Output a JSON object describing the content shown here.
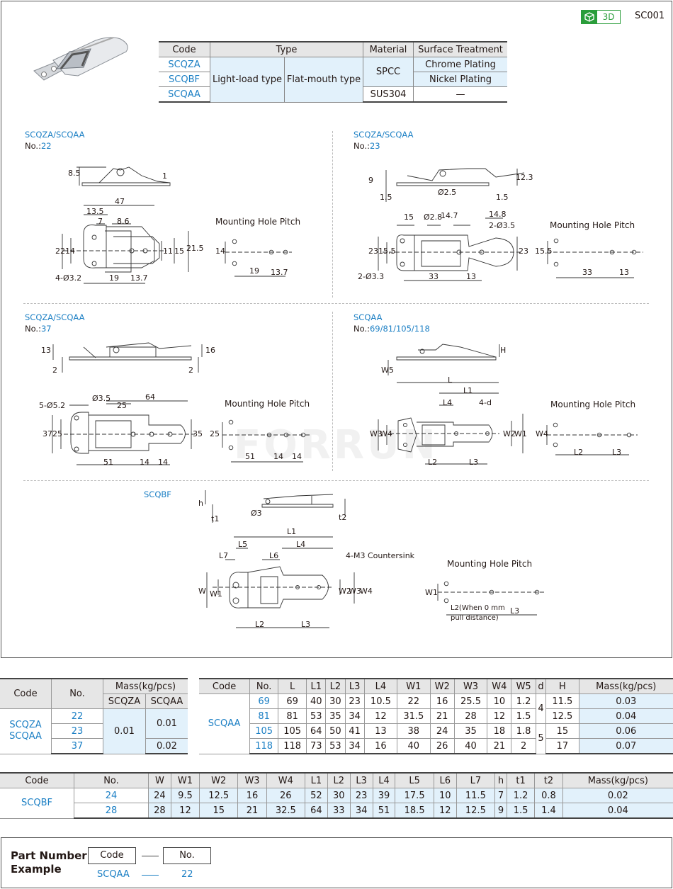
{
  "header": {
    "badge": "3D",
    "page_id": "SC001"
  },
  "spec_table": {
    "headers": [
      "Code",
      "Type",
      "Material",
      "Surface Treatment"
    ],
    "codes": [
      "SCQZA",
      "SCQBF",
      "SCQAA"
    ],
    "type_light": "Light-load type",
    "type_flat": "Flat-mouth type",
    "material_spcc": "SPCC",
    "material_sus": "SUS304",
    "surface": [
      "Chrome Plating",
      "Nickel Plating",
      "—"
    ]
  },
  "diagrams": {
    "d22": {
      "code": "SCQZA/SCQAA",
      "no_label": "No.:",
      "no": "22",
      "mhp": "Mounting Hole Pitch",
      "dims": [
        "8.5",
        "1",
        "47",
        "13.5",
        "7",
        "8.6",
        "22",
        "14",
        "11",
        "15",
        "21.5",
        "4-Ø3.2",
        "19",
        "13.7",
        "14",
        "19",
        "13.7"
      ]
    },
    "d23": {
      "code": "SCQZA/SCQAA",
      "no_label": "No.:",
      "no": "23",
      "mhp": "Mounting Hole Pitch",
      "dims": [
        "9",
        "1.5",
        "Ø2.5",
        "1.5",
        "12.3",
        "15",
        "Ø2.8",
        "14.7",
        "14.8",
        "2-Ø3.5",
        "23",
        "15.5",
        "23",
        "2-Ø3.3",
        "33",
        "13",
        "15.5",
        "33",
        "13"
      ]
    },
    "d37": {
      "code": "SCQZA/SCQAA",
      "no_label": "No.:",
      "no": "37",
      "mhp": "Mounting Hole Pitch",
      "dims": [
        "13",
        "2",
        "16",
        "2",
        "5-Ø5.2",
        "Ø3.5",
        "64",
        "25",
        "37",
        "25",
        "35",
        "51",
        "14",
        "14",
        "25",
        "51",
        "14",
        "14"
      ]
    },
    "d69": {
      "code": "SCQAA",
      "no_label": "No.:",
      "no": "69/81/105/118",
      "mhp": "Mounting Hole Pitch",
      "dims": [
        "H",
        "W5",
        "L",
        "L1",
        "L4",
        "4-d",
        "W3",
        "W4",
        "W2",
        "W1",
        "L2",
        "L3",
        "W4",
        "L2",
        "L3"
      ]
    },
    "dbf": {
      "code": "SCQBF",
      "mhp": "Mounting Hole Pitch",
      "dims": [
        "h",
        "t1",
        "Ø3",
        "t2",
        "L1",
        "L5",
        "L4",
        "L7",
        "L6",
        "4-M3 Countersink",
        "W",
        "W1",
        "W2",
        "W3",
        "W4",
        "L2",
        "L3",
        "W1",
        "L3"
      ],
      "note1": "L2(When 0 mm",
      "note2": "pull distance)"
    }
  },
  "mass_table_a": {
    "headers": [
      "Code",
      "No.",
      "Mass(kg/pcs)",
      "SCQZA",
      "SCQAA"
    ],
    "code1": "SCQZA",
    "code2": "SCQAA",
    "rows": [
      [
        "22"
      ],
      [
        "23"
      ],
      [
        "37"
      ]
    ],
    "mass_zza": "0.01",
    "mass_zaa": [
      "0.01",
      "0.02"
    ]
  },
  "mass_table_b": {
    "headers": [
      "Code",
      "No.",
      "L",
      "L1",
      "L2",
      "L3",
      "L4",
      "W1",
      "W2",
      "W3",
      "W4",
      "W5",
      "d",
      "H",
      "Mass(kg/pcs)"
    ],
    "code": "SCQAA",
    "rows": [
      [
        "69",
        "69",
        "40",
        "30",
        "23",
        "10.5",
        "22",
        "16",
        "25.5",
        "10",
        "1.2",
        "11.5",
        "0.03"
      ],
      [
        "81",
        "81",
        "53",
        "35",
        "34",
        "12",
        "31.5",
        "21",
        "28",
        "12",
        "1.5",
        "12.5",
        "0.04"
      ],
      [
        "105",
        "105",
        "64",
        "50",
        "41",
        "13",
        "38",
        "24",
        "35",
        "18",
        "1.8",
        "15",
        "0.06"
      ],
      [
        "118",
        "118",
        "73",
        "53",
        "34",
        "16",
        "40",
        "26",
        "40",
        "21",
        "2",
        "17",
        "0.07"
      ]
    ],
    "d_values": [
      "4",
      "5"
    ]
  },
  "mass_table_c": {
    "headers": [
      "Code",
      "No.",
      "W",
      "W1",
      "W2",
      "W3",
      "W4",
      "L1",
      "L2",
      "L3",
      "L4",
      "L5",
      "L6",
      "L7",
      "h",
      "t1",
      "t2",
      "Mass(kg/pcs)"
    ],
    "code": "SCQBF",
    "rows": [
      [
        "24",
        "24",
        "9.5",
        "12.5",
        "16",
        "26",
        "52",
        "30",
        "23",
        "39",
        "17.5",
        "10",
        "11.5",
        "7",
        "1.2",
        "0.8",
        "0.02"
      ],
      [
        "28",
        "28",
        "12",
        "15",
        "21",
        "32.5",
        "64",
        "33",
        "34",
        "51",
        "18.5",
        "12",
        "12.5",
        "9",
        "1.5",
        "1.4",
        "0.04"
      ]
    ]
  },
  "part_number": {
    "title_1": "Part Number",
    "title_2": "Example",
    "code_label": "Code",
    "no_label": "No.",
    "code_value": "SCQAA",
    "no_value": "22"
  },
  "watermark": "FORRUN",
  "colors": {
    "blue": "#1b7fc4",
    "light_blue": "#e2f1fb",
    "header_gray": "#e6e6e6",
    "green": "#2a9d3a"
  }
}
